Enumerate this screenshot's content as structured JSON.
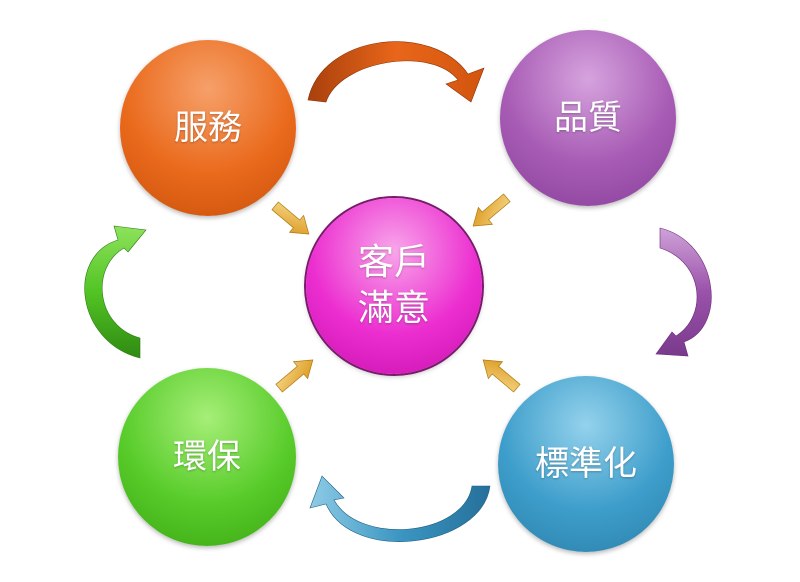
{
  "diagram": {
    "center": {
      "line1": "客戶",
      "line2": "滿意"
    },
    "nodes": {
      "service": "服務",
      "quality": "品質",
      "standardization": "標準化",
      "environment": "環保"
    }
  },
  "colors": {
    "service": "#ea6a1c",
    "quality": "#a75bb4",
    "standardization": "#3e9ecb",
    "environment": "#58cc2a",
    "center": "#ec2ed0",
    "pointer_arrow": "#e8a82a"
  },
  "icons": [
    "curved-arrow-icon",
    "pointer-arrow-icon"
  ]
}
